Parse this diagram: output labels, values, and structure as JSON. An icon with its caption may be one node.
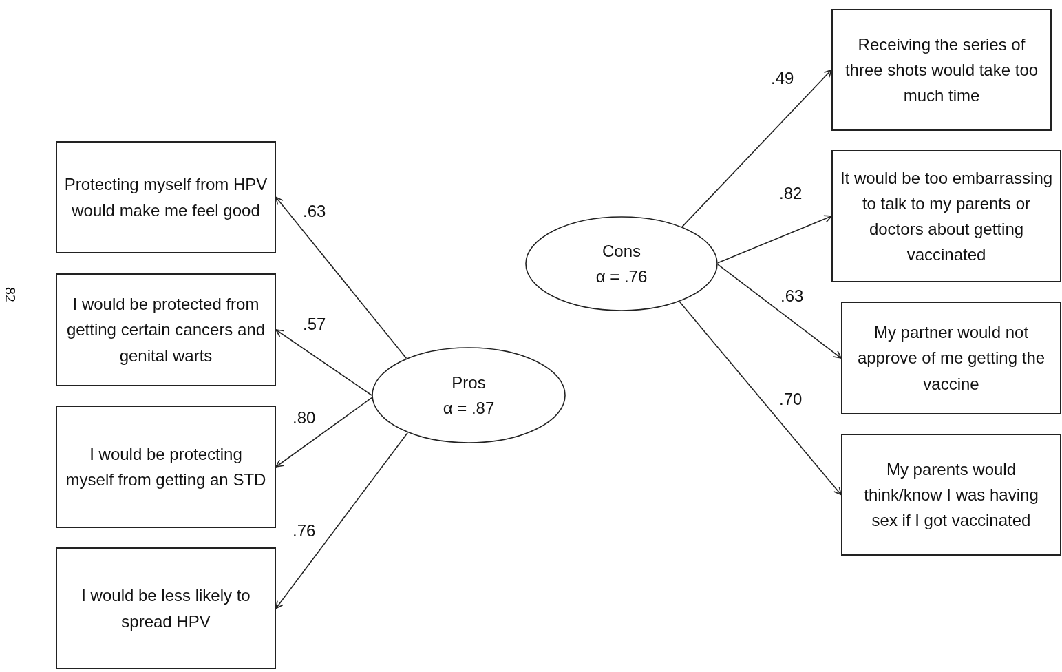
{
  "diagram": {
    "nodes": [
      {
        "text": [
          "Pros",
          "α = .87"
        ]
      },
      {
        "text": [
          "Cons",
          "α = .76"
        ]
      },
      {
        "text": [
          "Protecting myself from HPV would make me feel good"
        ]
      },
      {
        "text": [
          "I would be protected from getting certain cancers and genital warts"
        ]
      },
      {
        "text": [
          "I would be protecting myself from getting an STD"
        ]
      },
      {
        "text": [
          "I would be less likely to spread HPV"
        ]
      },
      {
        "text": [
          "Receiving the series of three shots would take too much time"
        ]
      },
      {
        "text": [
          "It would be too embarrassing to talk to my parents or doctors about getting vaccinated"
        ]
      },
      {
        "text": [
          "My partner would not approve of me getting the vaccine"
        ]
      },
      {
        "text": [
          "My parents would think/know I was having sex if I got vaccinated"
        ]
      }
    ],
    "edges": [
      {
        "from": 0,
        "to": 2,
        "arrow": "to",
        "label": ".63"
      },
      {
        "from": 0,
        "to": 3,
        "arrow": "to",
        "label": ".57"
      },
      {
        "from": 0,
        "to": 4,
        "arrow": "to",
        "label": ".80"
      },
      {
        "from": 0,
        "to": 5,
        "arrow": "to",
        "label": ".76"
      },
      {
        "from": 1,
        "to": 6,
        "arrow": "to",
        "label": ".49"
      },
      {
        "from": 1,
        "to": 7,
        "arrow": "to",
        "label": ".82"
      },
      {
        "from": 1,
        "to": 8,
        "arrow": "to",
        "label": ".63"
      },
      {
        "from": 1,
        "to": 9,
        "arrow": "to",
        "label": ".70"
      }
    ],
    "labels": [
      "82"
    ]
  }
}
